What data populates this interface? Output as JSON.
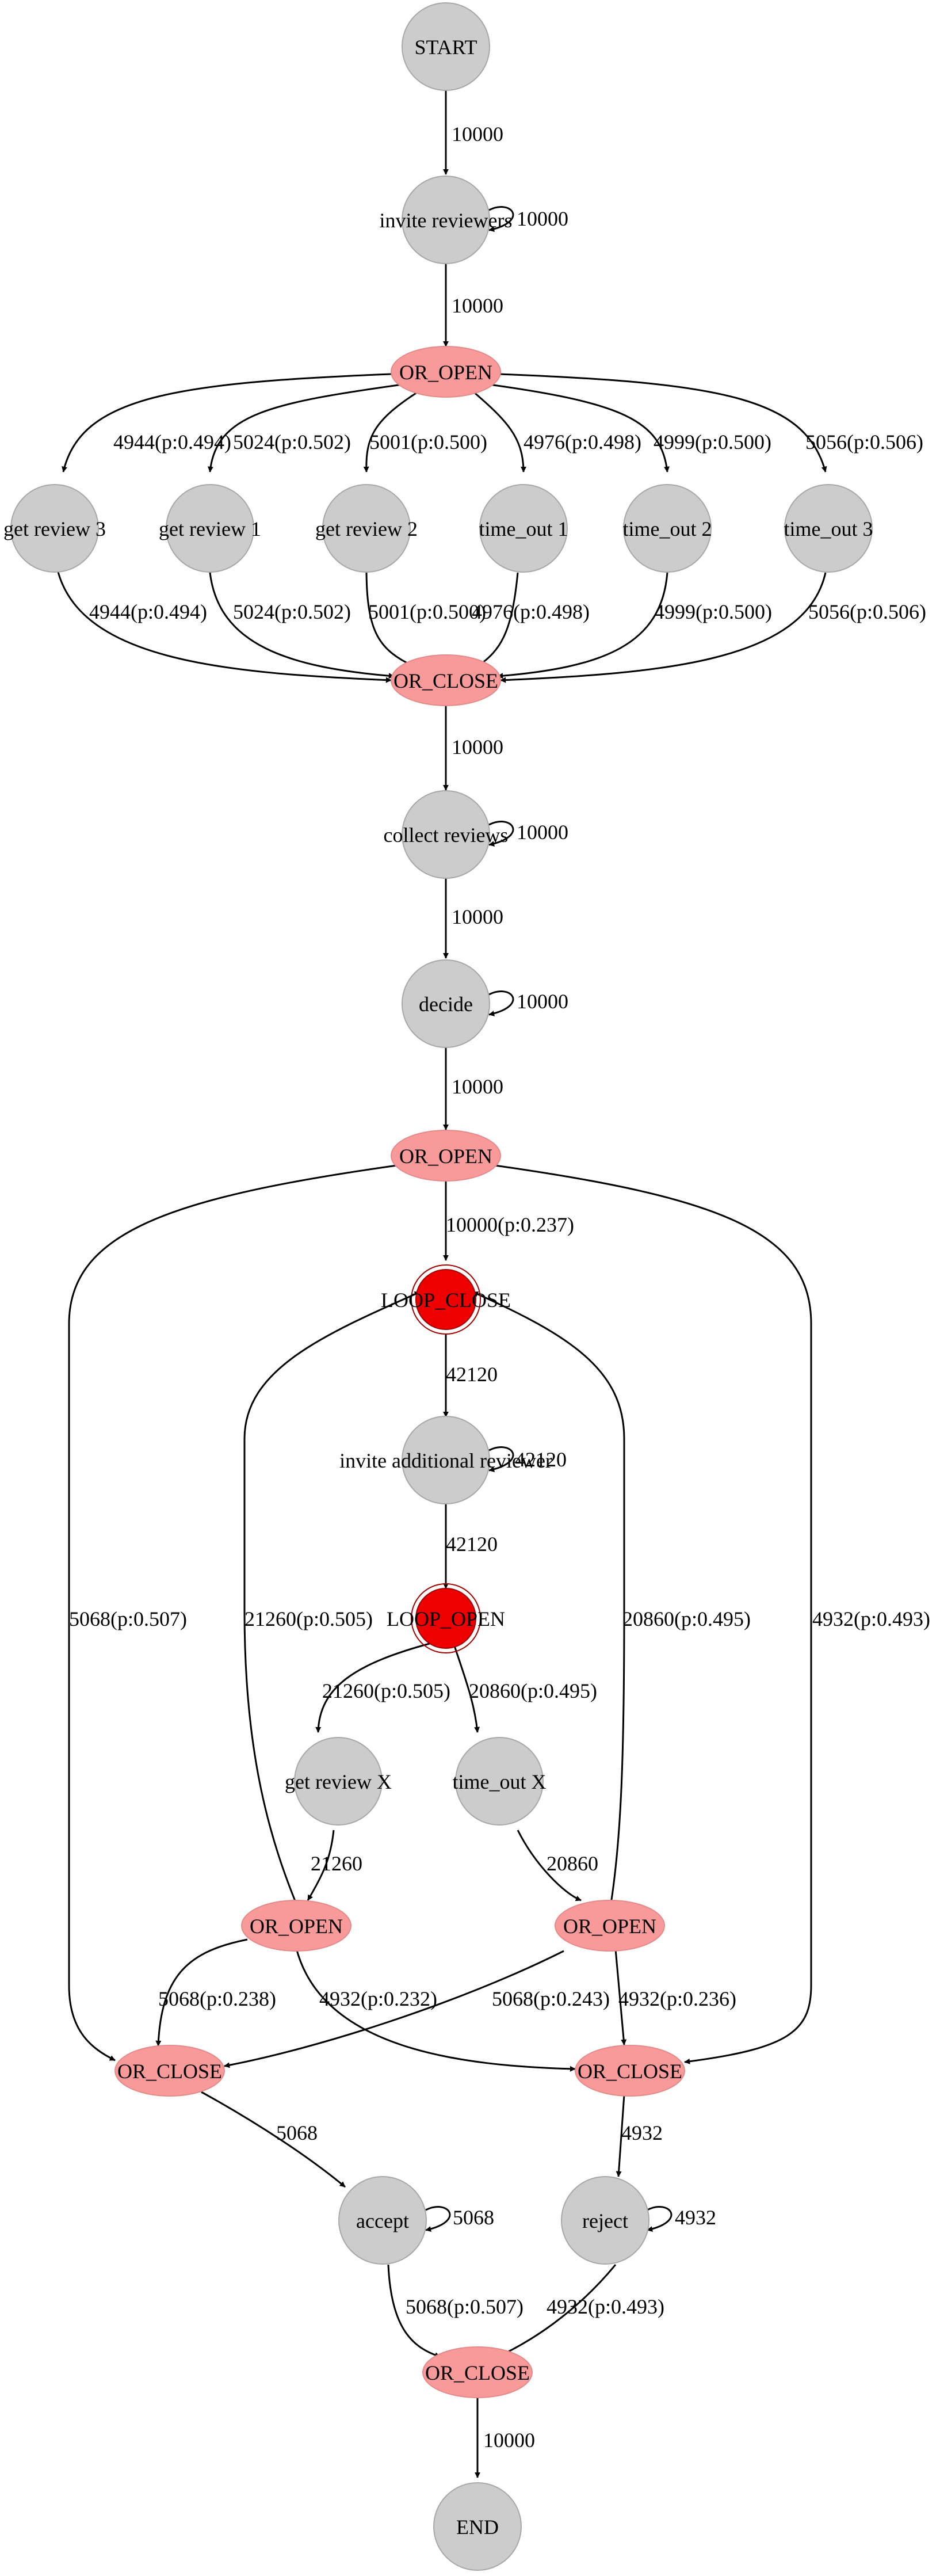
{
  "colors": {
    "activity": "#cccccc",
    "gateway": "#f99a9a",
    "loop": "#ee0000",
    "edge": "#000000"
  },
  "nodes": {
    "start": "START",
    "invite_reviewers": "invite reviewers",
    "or_open_1": "OR_OPEN",
    "get_review_3": "get review 3",
    "get_review_1": "get review 1",
    "get_review_2": "get review 2",
    "time_out_1": "time_out 1",
    "time_out_2": "time_out 2",
    "time_out_3": "time_out 3",
    "or_close_1": "OR_CLOSE",
    "collect_reviews": "collect reviews",
    "decide": "decide",
    "or_open_2": "OR_OPEN",
    "loop_close": "LOOP_CLOSE",
    "invite_additional_reviewer": "invite additional reviewer",
    "loop_open": "LOOP_OPEN",
    "get_review_x": "get review X",
    "time_out_x": "time_out X",
    "or_open_3": "OR_OPEN",
    "or_open_4": "OR_OPEN",
    "or_close_2": "OR_CLOSE",
    "or_close_3": "OR_CLOSE",
    "accept": "accept",
    "reject": "reject",
    "or_close_4": "OR_CLOSE",
    "end": "END"
  },
  "edges": {
    "start_invite": "10000",
    "invite_self": "10000",
    "invite_oropen1": "10000",
    "oropen1_gr3": "4944(p:0.494)",
    "oropen1_gr1": "5024(p:0.502)",
    "oropen1_gr2": "5001(p:0.500)",
    "oropen1_to1": "4976(p:0.498)",
    "oropen1_to2": "4999(p:0.500)",
    "oropen1_to3": "5056(p:0.506)",
    "gr3_orclose1": "4944(p:0.494)",
    "gr1_orclose1": "5024(p:0.502)",
    "gr2_orclose1": "5001(p:0.500)",
    "to1_orclose1": "4976(p:0.498)",
    "to2_orclose1": "4999(p:0.500)",
    "to3_orclose1": "5056(p:0.506)",
    "orclose1_collect": "10000",
    "collect_self": "10000",
    "collect_decide": "10000",
    "decide_self": "10000",
    "decide_oropen2": "10000",
    "oropen2_loopclose": "10000(p:0.237)",
    "loopclose_invite_add": "42120",
    "invite_add_self": "42120",
    "invite_add_loopopen": "42120",
    "oropen2_orclose2": "5068(p:0.507)",
    "oropen3_loopclose": "21260(p:0.505)",
    "oropen4_loopclose": "20860(p:0.495)",
    "oropen2_orclose3": "4932(p:0.493)",
    "loopopen_grx": "21260(p:0.505)",
    "loopopen_tox": "20860(p:0.495)",
    "grx_oropen3": "21260",
    "tox_oropen4": "20860",
    "oropen3_orclose2": "5068(p:0.238)",
    "oropen3_orclose3": "4932(p:0.232)",
    "oropen4_orclose2": "5068(p:0.243)",
    "oropen4_orclose3": "4932(p:0.236)",
    "orclose2_accept": "5068",
    "orclose3_reject": "4932",
    "accept_self": "5068",
    "reject_self": "4932",
    "accept_orclose4": "5068(p:0.507)",
    "reject_orclose4": "4932(p:0.493)",
    "orclose4_end": "10000"
  }
}
